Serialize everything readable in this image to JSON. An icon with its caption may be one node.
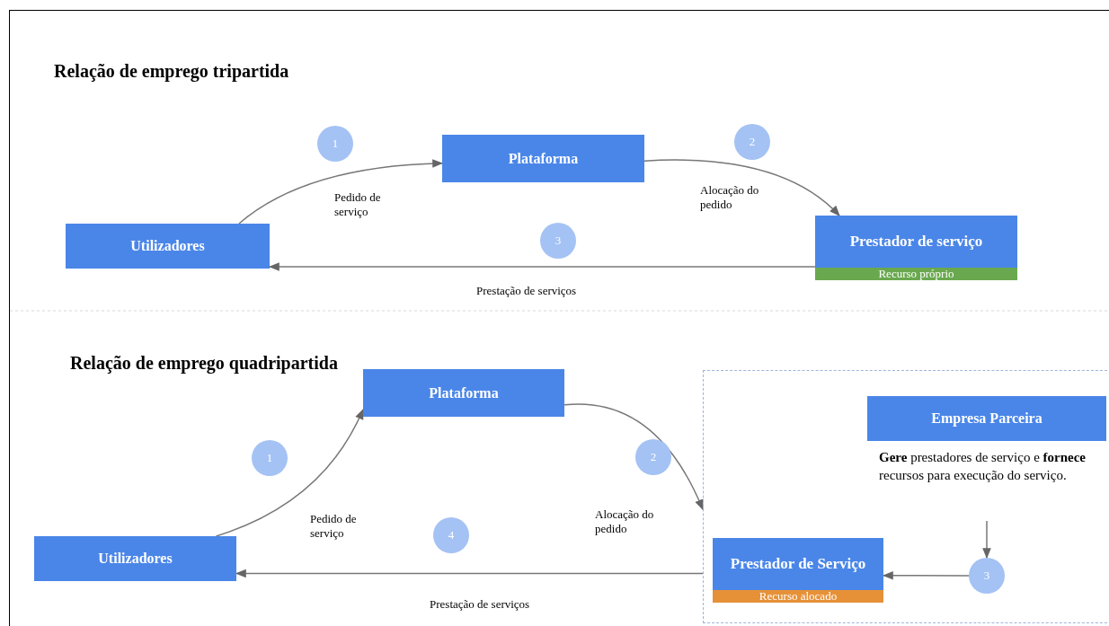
{
  "diagram": {
    "nodes": [
      {
        "text": [
          "1"
        ]
      },
      {
        "text": [
          "Plataforma"
        ]
      },
      {
        "text": [
          "2"
        ]
      },
      {
        "text": [
          "Utilizadores"
        ]
      },
      {
        "text": [
          "3"
        ]
      },
      {
        "text": [
          "Prestador de serviço"
        ]
      },
      {
        "text": [
          "Recurso próprio"
        ],
        "in": 5
      },
      {
        "text": [],
        "shape": "box"
      },
      {
        "text": [
          "Empresa Parceira"
        ],
        "in": 7
      },
      {
        "text": [
          "**Gere** prestadores de serviço e **fornece** recursos para execução do serviço."
        ],
        "in": 7
      },
      {
        "text": [
          "1"
        ]
      },
      {
        "text": [
          "Plataforma"
        ]
      },
      {
        "text": [
          "2"
        ]
      },
      {
        "text": [
          "4"
        ]
      },
      {
        "text": [
          "Utilizadores"
        ]
      },
      {
        "text": [
          "Prestador de Serviço"
        ],
        "in": 7
      },
      {
        "text": [
          "Recurso alocado"
        ],
        "in": 15
      },
      {
        "text": [
          "3"
        ],
        "in": 7
      }
    ],
    "edges": [
      {
        "from": 3,
        "to": 1,
        "arrow": "to",
        "label": "Pedido de serviço"
      },
      {
        "from": 1,
        "to": 5,
        "arrow": "to",
        "label": "Alocação do pedido"
      },
      {
        "from": 5,
        "to": 3,
        "arrow": "to",
        "label": "Prestação de serviços"
      },
      {
        "from": 14,
        "to": 11,
        "arrow": "to",
        "label": "Pedido de serviço"
      },
      {
        "from": 11,
        "to": 7,
        "arrow": "to",
        "label": "Alocação do pedido"
      },
      {
        "from": 9,
        "to": 17,
        "arrow": "to"
      },
      {
        "from": 17,
        "to": 15,
        "arrow": "to"
      },
      {
        "from": 7,
        "to": 14,
        "arrow": "to",
        "label": "Prestação de serviços"
      }
    ],
    "labels": [
      "Relação de emprego tripartida",
      "Relação de emprego quadripartida"
    ]
  }
}
